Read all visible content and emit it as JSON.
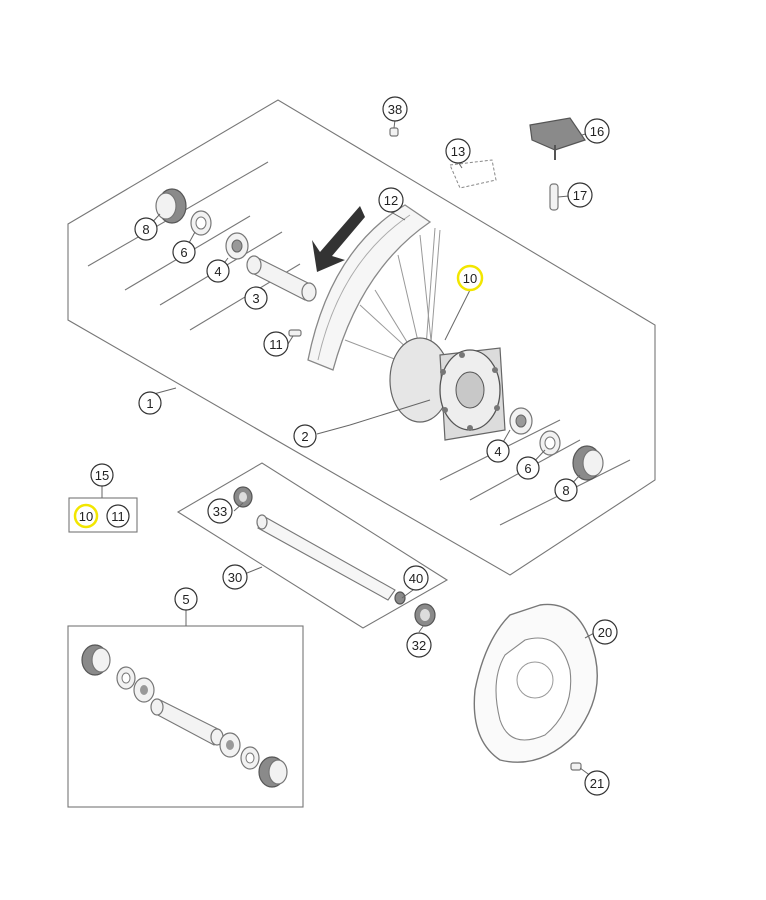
{
  "callouts": [
    {
      "key": "c1",
      "label": "1"
    },
    {
      "key": "c2",
      "label": "2"
    },
    {
      "key": "c3",
      "label": "3"
    },
    {
      "key": "c4a",
      "label": "4"
    },
    {
      "key": "c4b",
      "label": "4"
    },
    {
      "key": "c5",
      "label": "5"
    },
    {
      "key": "c6a",
      "label": "6"
    },
    {
      "key": "c6b",
      "label": "6"
    },
    {
      "key": "c8a",
      "label": "8"
    },
    {
      "key": "c8b",
      "label": "8"
    },
    {
      "key": "c10a",
      "label": "10"
    },
    {
      "key": "c10b",
      "label": "10"
    },
    {
      "key": "c11a",
      "label": "11"
    },
    {
      "key": "c11b",
      "label": "11"
    },
    {
      "key": "c12",
      "label": "12"
    },
    {
      "key": "c13",
      "label": "13"
    },
    {
      "key": "c15",
      "label": "15"
    },
    {
      "key": "c16",
      "label": "16"
    },
    {
      "key": "c17",
      "label": "17"
    },
    {
      "key": "c20",
      "label": "20"
    },
    {
      "key": "c21",
      "label": "21"
    },
    {
      "key": "c30",
      "label": "30"
    },
    {
      "key": "c32",
      "label": "32"
    },
    {
      "key": "c33",
      "label": "33"
    },
    {
      "key": "c38",
      "label": "38"
    },
    {
      "key": "c40",
      "label": "40"
    }
  ],
  "highlight_color": "#f2e600",
  "callout_stroke": "#333333"
}
